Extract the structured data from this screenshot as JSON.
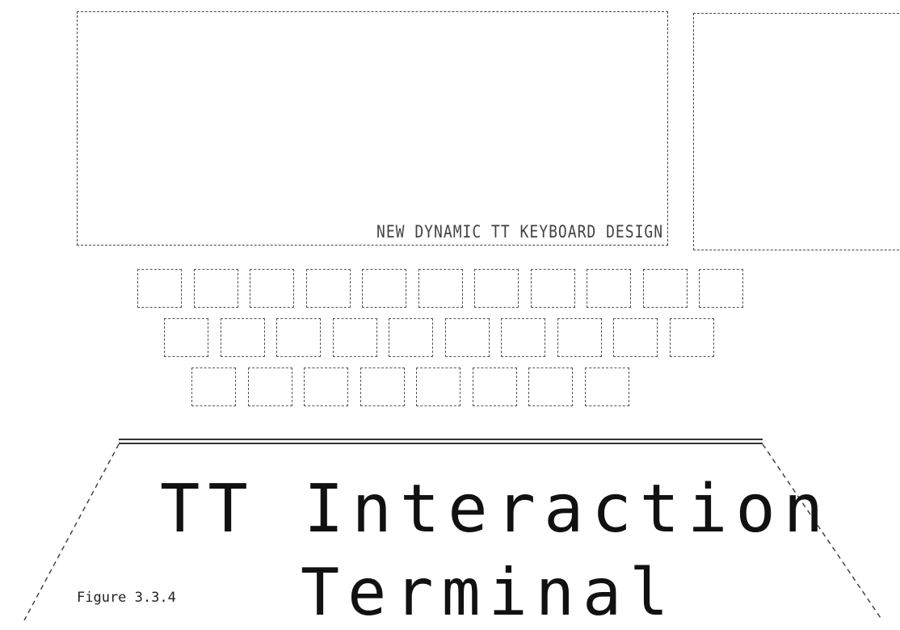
{
  "screen": {
    "caption": "NEW DYNAMIC TT KEYBOARD DESIGN"
  },
  "keyboard": {
    "rows": [
      11,
      10,
      8
    ]
  },
  "terminal": {
    "title_line1": "TT Interaction",
    "title_line2": "Terminal"
  },
  "figure_label": "Figure 3.3.4"
}
